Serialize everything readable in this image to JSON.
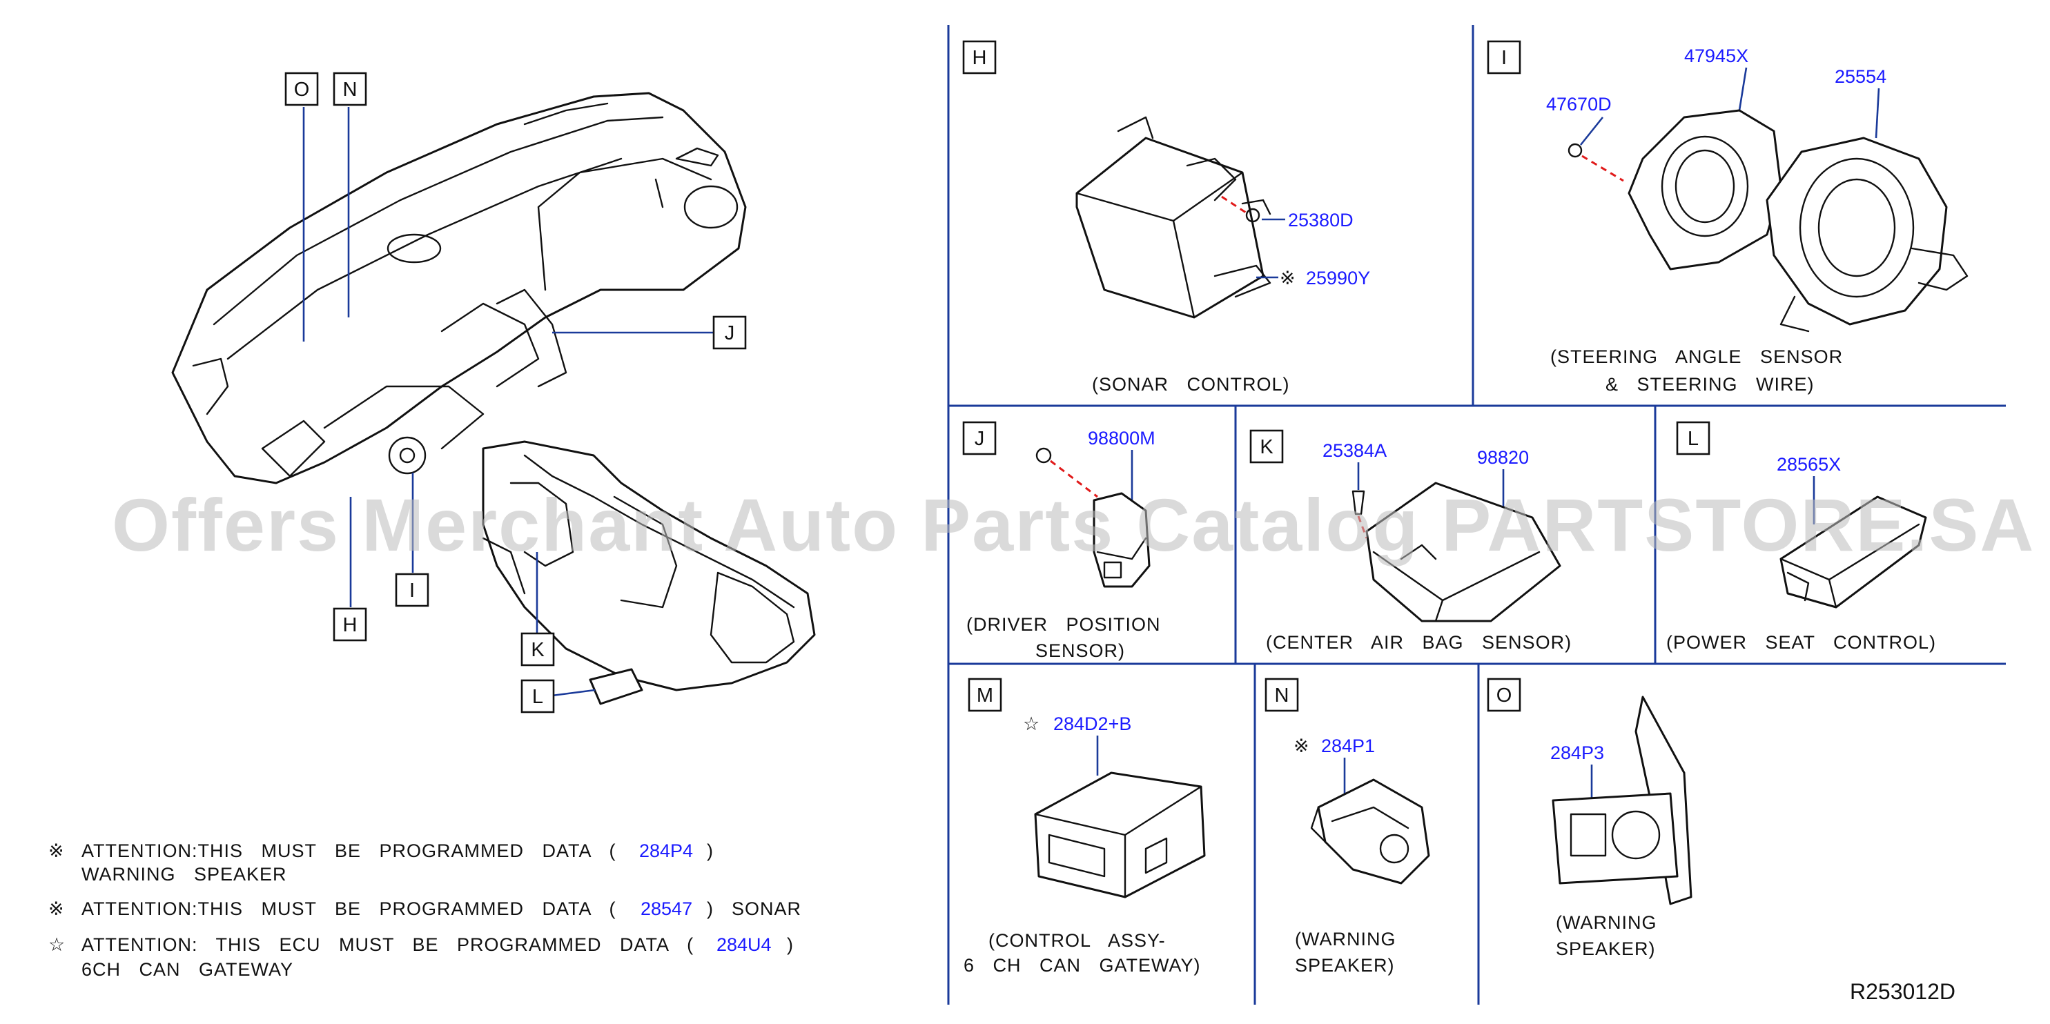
{
  "diagram": {
    "drawing_number": "R253012D",
    "watermark": "Offers Merchant Auto Parts Catalog PARTSTORE.SA",
    "overview_callouts": [
      "O",
      "N",
      "J",
      "I",
      "H",
      "K",
      "L"
    ],
    "panels": {
      "H": {
        "letter": "H",
        "parts": [
          "25380D",
          "25990Y"
        ],
        "caption": [
          "(SONAR   CONTROL)"
        ]
      },
      "I": {
        "letter": "I",
        "parts": [
          "47945X",
          "25554",
          "47670D"
        ],
        "caption": [
          "(STEERING   ANGLE   SENSOR",
          "&   STEERING   WIRE)"
        ]
      },
      "J": {
        "letter": "J",
        "parts": [
          "98800M"
        ],
        "caption": [
          "(DRIVER   POSITION",
          "SENSOR)"
        ]
      },
      "K": {
        "letter": "K",
        "parts": [
          "25384A",
          "98820"
        ],
        "caption": [
          "(CENTER   AIR   BAG   SENSOR)"
        ]
      },
      "L": {
        "letter": "L",
        "parts": [
          "28565X"
        ],
        "caption": [
          "(POWER   SEAT   CONTROL)"
        ]
      },
      "M": {
        "letter": "M",
        "parts": [
          "284D2+B"
        ],
        "caption": [
          "(CONTROL   ASSY-",
          "6   CH   CAN   GATEWAY)"
        ]
      },
      "N": {
        "letter": "N",
        "parts": [
          "284P1"
        ],
        "caption": [
          "(WARNING",
          "SPEAKER)"
        ]
      },
      "O": {
        "letter": "O",
        "parts": [
          "284P3"
        ],
        "caption": [
          "(WARNING",
          "SPEAKER)"
        ]
      }
    },
    "symbols": {
      "reference_mark": "※",
      "star": "☆"
    },
    "notes": [
      {
        "symbol": "※",
        "text": "ATTENTION:THIS  MUST  BE  PROGRAMMED  DATA  (",
        "part": "284P4",
        "close": ")",
        "suffix": "",
        "line2": "WARNING  SPEAKER"
      },
      {
        "symbol": "※",
        "text": "ATTENTION:THIS  MUST  BE  PROGRAMMED  DATA  (",
        "part": "28547",
        "close": ")",
        "suffix": "SONAR",
        "line2": ""
      },
      {
        "symbol": "☆",
        "text": "ATTENTION:  THIS  ECU  MUST  BE  PROGRAMMED  DATA  (",
        "part": "284U4",
        "close": ")",
        "suffix": "",
        "line2": "6CH  CAN  GATEWAY"
      }
    ]
  },
  "colors": {
    "part_number": "#1a1aff",
    "leader": "#1a3a9a",
    "fastener_dash": "#e01a1a",
    "outline": "#111111"
  }
}
